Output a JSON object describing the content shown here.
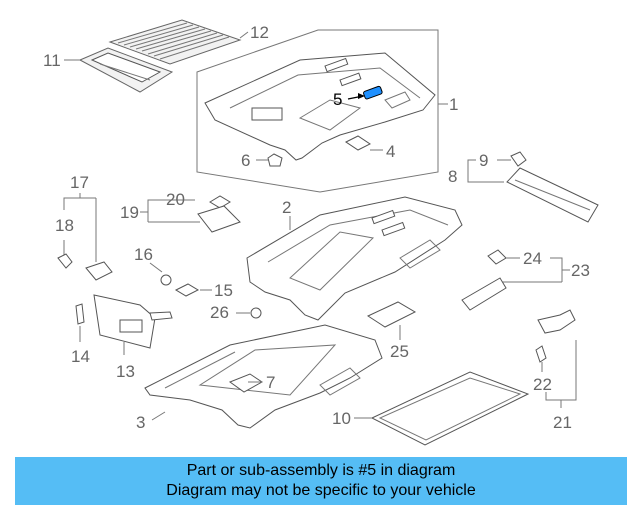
{
  "callouts": {
    "c1": "1",
    "c2": "2",
    "c3": "3",
    "c4": "4",
    "c5": "5",
    "c6": "6",
    "c7": "7",
    "c8": "8",
    "c9": "9",
    "c10": "10",
    "c11": "11",
    "c12": "12",
    "c13": "13",
    "c14": "14",
    "c15": "15",
    "c16": "16",
    "c17": "17",
    "c18": "18",
    "c19": "19",
    "c20": "20",
    "c21": "21",
    "c22": "22",
    "c23": "23",
    "c24": "24",
    "c25": "25",
    "c26": "26"
  },
  "highlight": {
    "part_number": "5",
    "color": "#1e90ff"
  },
  "banner": {
    "line1": "Part or sub-assembly is #5 in diagram",
    "line2": "Diagram may not be specific to your vehicle",
    "background": "#55bdf5"
  }
}
